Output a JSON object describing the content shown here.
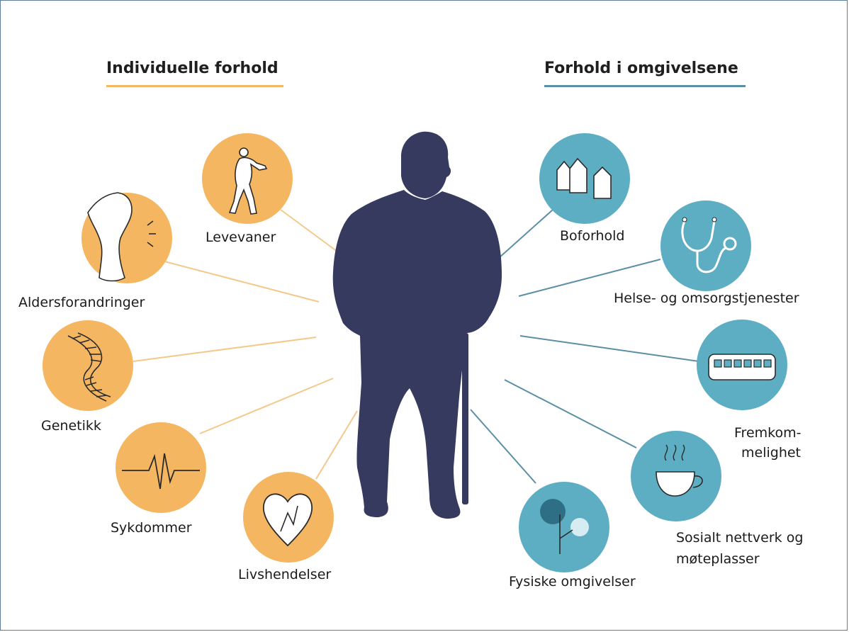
{
  "headings": {
    "left": "Individuelle forhold",
    "right": "Forhold i omgivelsene"
  },
  "colors": {
    "orange": "#f4b660",
    "orange_line": "#f4c88a",
    "teal": "#5daec2",
    "teal_line": "#5b8fa6",
    "silhouette": "#363a5e",
    "frame": "#5b7f9c"
  },
  "individual_factors": [
    {
      "label": "Levevaner",
      "icon": "walking-person-icon"
    },
    {
      "label": "Aldersforandringer",
      "icon": "knee-joint-icon"
    },
    {
      "label": "Genetikk",
      "icon": "dna-helix-icon"
    },
    {
      "label": "Sykdommer",
      "icon": "heartbeat-pulse-icon"
    },
    {
      "label": "Livshendelser",
      "icon": "broken-heart-icon"
    }
  ],
  "environmental_factors": [
    {
      "label": "Boforhold",
      "icon": "houses-icon"
    },
    {
      "label": "Helse- og omsorgstjenester",
      "icon": "stethoscope-icon"
    },
    {
      "label_lines": [
        "Fremkom-",
        "melighet"
      ],
      "icon": "bus-icon"
    },
    {
      "label_lines": [
        "Sosialt nettverk og",
        "møteplasser"
      ],
      "icon": "coffee-cup-icon"
    },
    {
      "label": "Fysiske omgivelser",
      "icon": "tree-icon"
    }
  ],
  "center_figure": {
    "icon": "elderly-man-with-cane-silhouette"
  }
}
